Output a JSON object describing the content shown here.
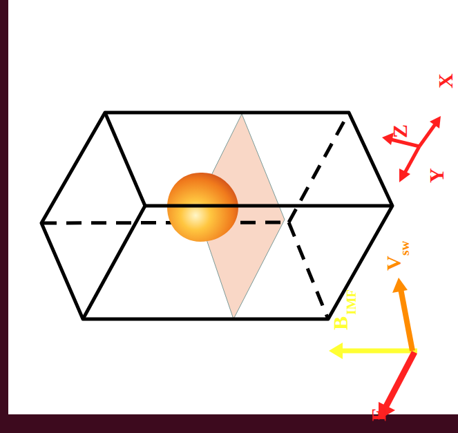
{
  "diagram": {
    "labels": [
      "B",
      "IMF",
      "V",
      "sw",
      "E",
      "Z",
      "Y",
      "X"
    ]
  }
}
